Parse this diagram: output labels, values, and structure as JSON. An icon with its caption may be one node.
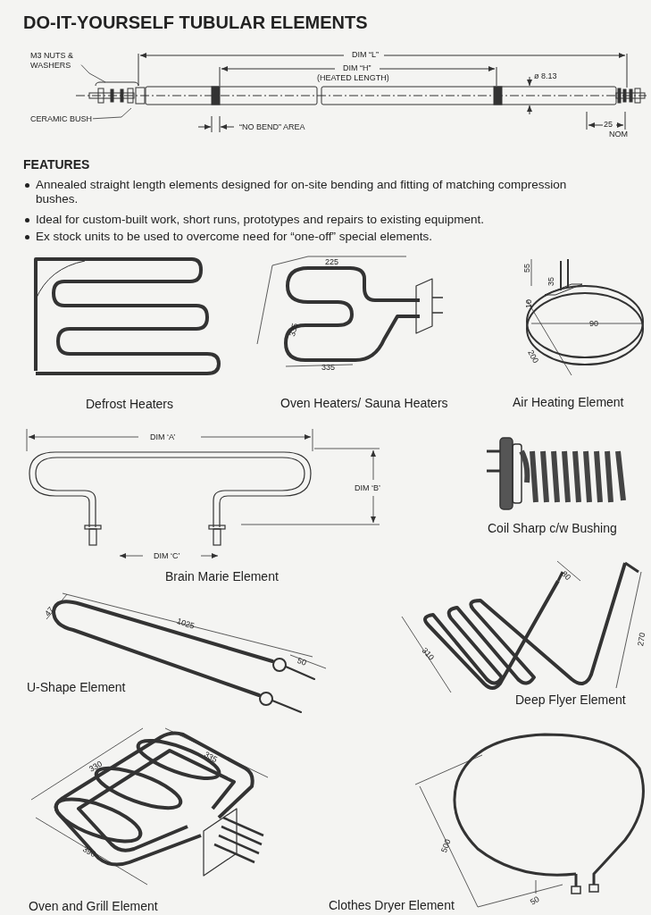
{
  "diagram": {
    "title": "DO-IT-YOURSELF TUBULAR ELEMENTS",
    "nodes": [
      {
        "text": [
          "M3 NUTS & WASHERS"
        ]
      },
      {
        "text": [
          "CERAMIC BUSH"
        ]
      }
    ],
    "edges": [
      {
        "from": 0,
        "to": null,
        "arrow": "none"
      },
      {
        "from": 1,
        "to": null,
        "arrow": "none"
      }
    ],
    "labels": [
      "DIM “L”",
      "DIM “H”",
      "(HEATED LENGTH)",
      "ø 8.13",
      "“NO BEND” AREA",
      "25",
      "NOM",
      "FEATURES",
      "Annealed straight length elements designed for on-site bending and fitting of matching compression bushes.",
      "Ideal for custom-built work, short runs, prototypes and repairs to existing equipment.",
      "Ex stock units to be used to overcome need for “one-off” special elements.",
      "225",
      "55",
      "35",
      "335",
      "10",
      "90",
      "200",
      "335",
      "Defrost Heaters",
      "Oven Heaters/ Sauna Heaters",
      "Air Heating Element",
      "DIM ‘A’",
      "DIM ‘B’",
      "Coil Sharp c/w Bushing",
      "DIM ‘C’",
      "Brain Marie Element",
      "80",
      "47",
      "1025",
      "270",
      "50",
      "310",
      "U-Shape Element",
      "Deep Flyer Element",
      "330",
      "335",
      "390",
      "500",
      "50",
      "Oven and Grill Element",
      "Clothes Dryer Element"
    ]
  }
}
